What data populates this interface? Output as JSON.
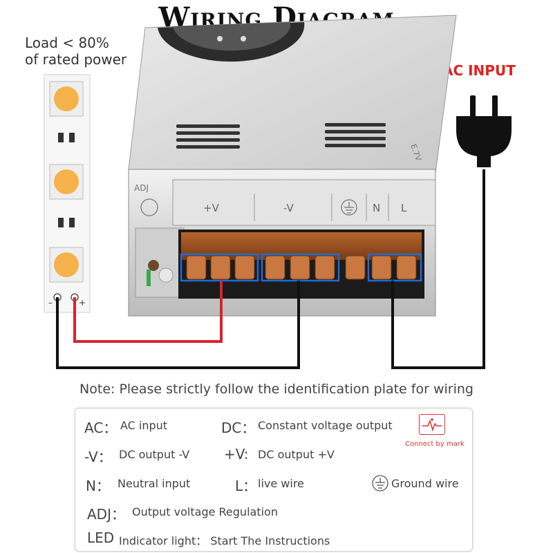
{
  "title": "Wiring Diagram",
  "load_note": {
    "line1": "Load < 80%",
    "line2": "of rated power"
  },
  "ac_input_label": "AC INPUT",
  "psu_labels": {
    "adj": "ADJ",
    "plus_v": "+V",
    "minus_v": "-V",
    "neutral": "N",
    "live": "L",
    "side_mark": "E.7V"
  },
  "strip_polarity": {
    "minus": "–",
    "plus": "+"
  },
  "note": "Note: Please strictly follow the identification plate for wiring",
  "legend": {
    "ac_abbr": "AC：",
    "ac_desc": "AC input",
    "dc_abbr": "DC：",
    "dc_desc": "Constant voltage output",
    "mv_abbr": "-V：",
    "mv_desc": "DC output  -V",
    "pv_abbr": "+V:",
    "pv_desc": "DC output  +V",
    "n_abbr": "N：",
    "n_desc": "Neutral input",
    "l_abbr": "L：",
    "l_desc": "live wire",
    "ground_desc": "Ground wire",
    "adj_abbr": "ADJ：",
    "adj_desc": "Output voltage Regulation",
    "led_abbr": "LED",
    "led_desc": "Indicator light：  Start The Instructions",
    "connect_text": "Connect by mark"
  },
  "colors": {
    "positive_wire": "#d9232d",
    "negative_wire": "#111111",
    "terminal_highlight": "#1e6bd6",
    "ac_label": "#e02020",
    "led_chip": "#f6b24a"
  }
}
